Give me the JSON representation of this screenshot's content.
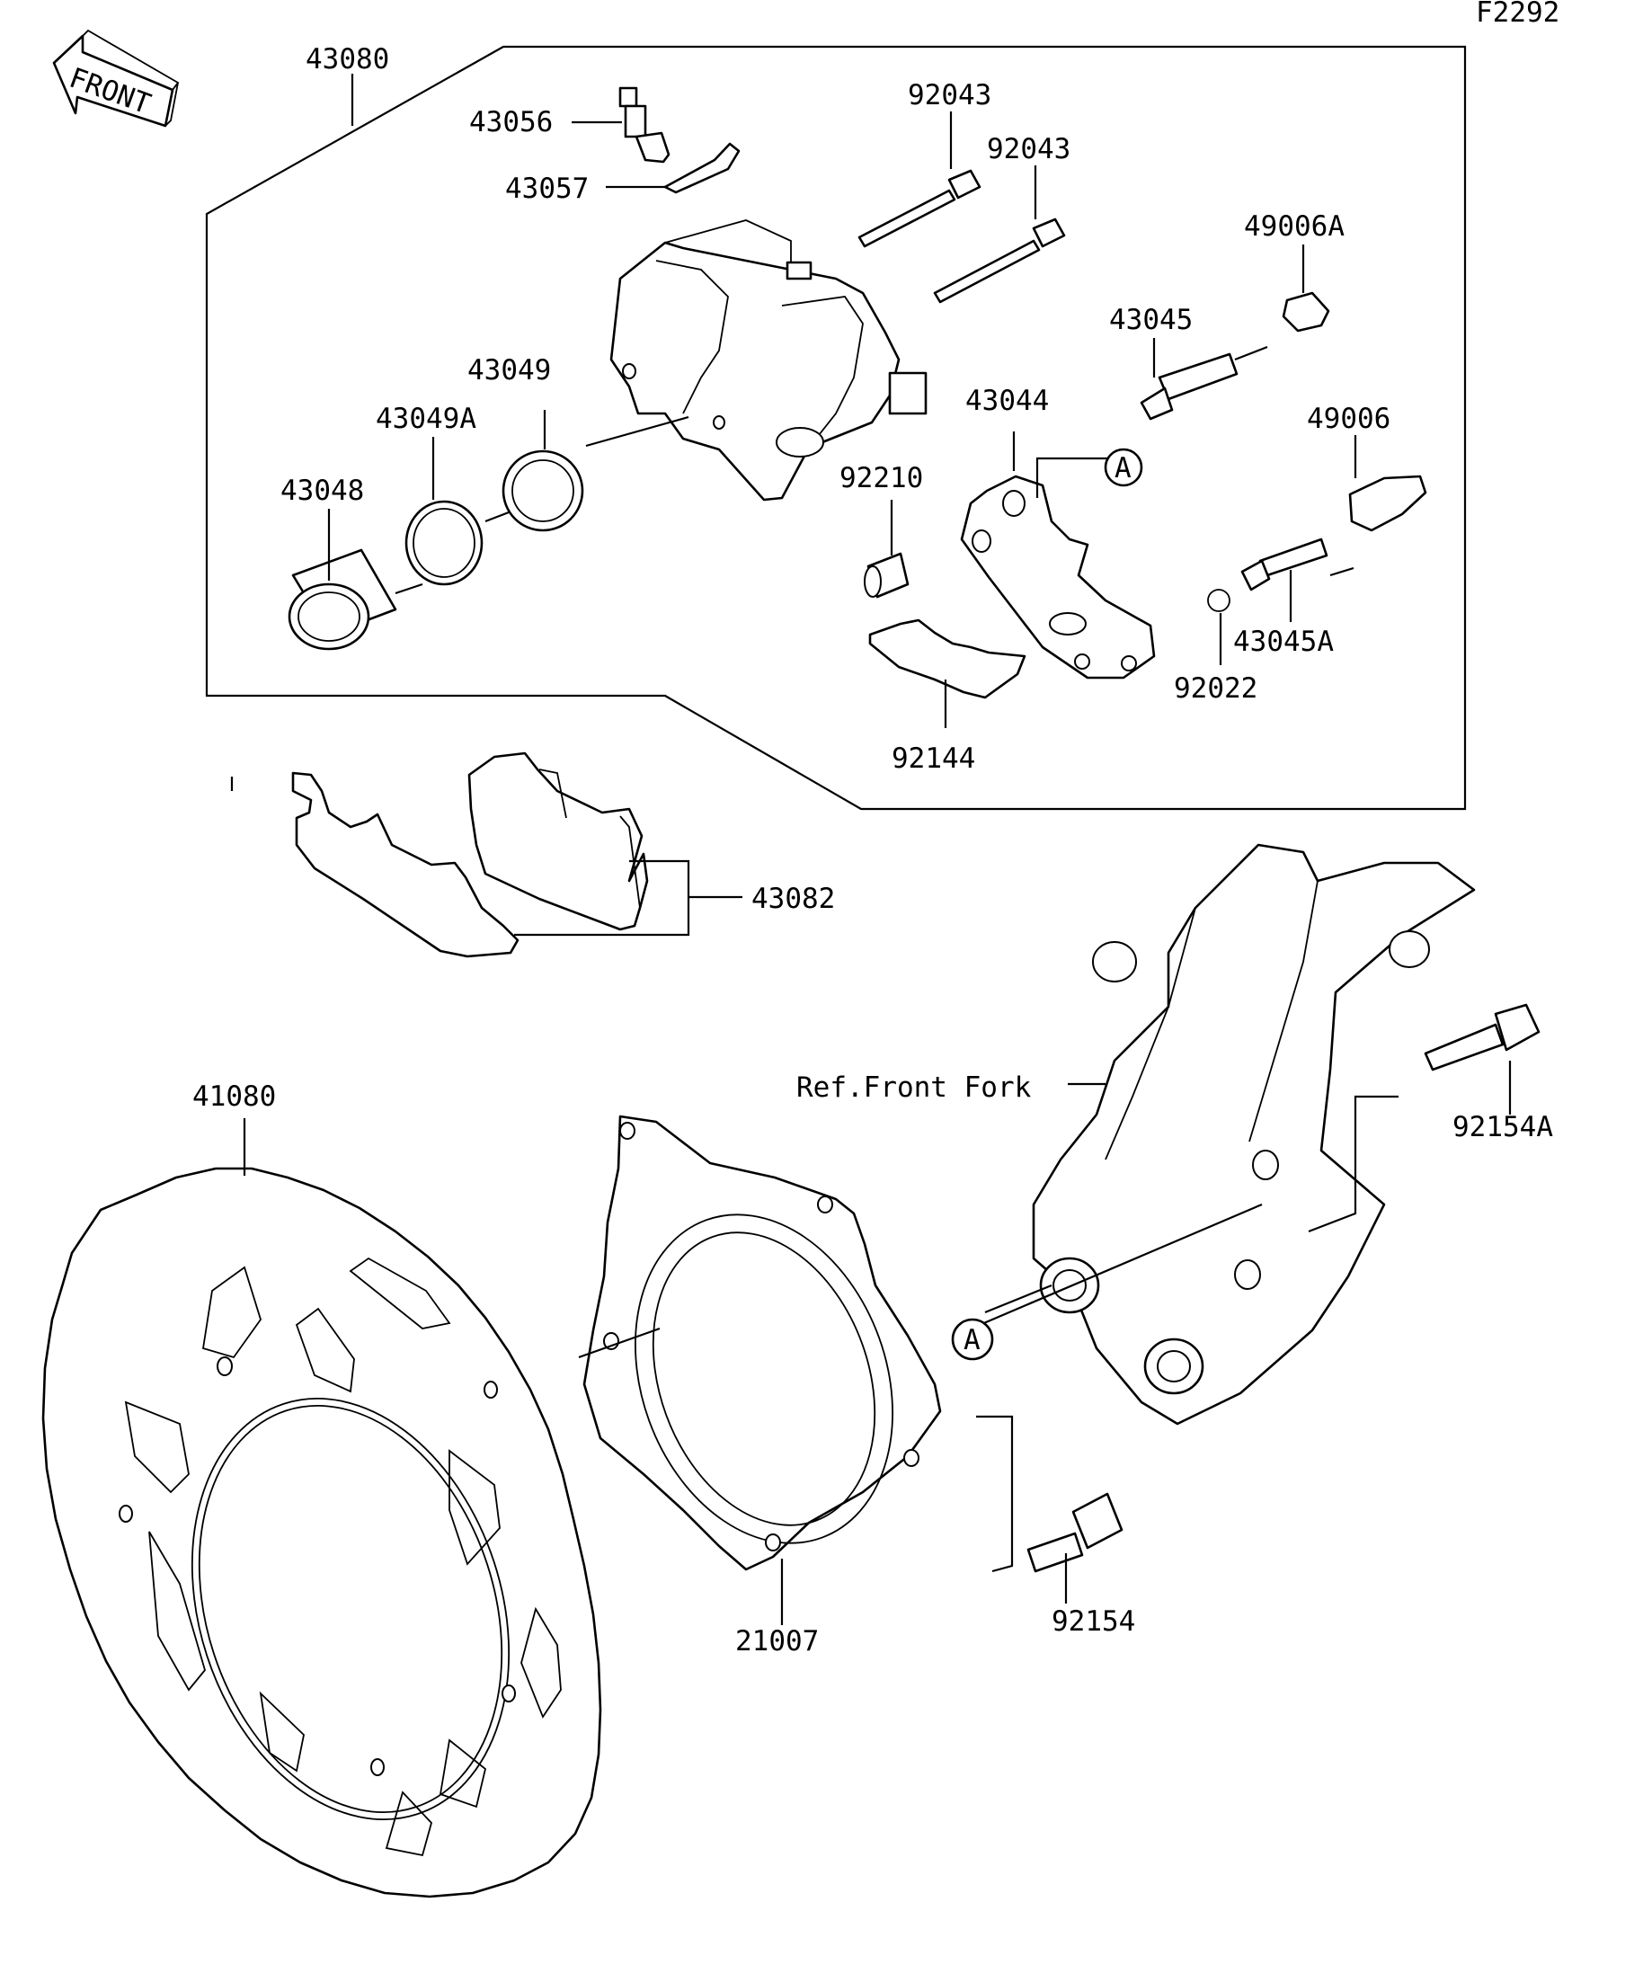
{
  "figure_code": "F2292",
  "front_arrow_label": "FRONT",
  "reference_marker": "A",
  "reference_note": "Ref.Front Fork",
  "callouts": {
    "caliper_assembly": "43080",
    "bleeder_valve": "43056",
    "bleeder_cap": "43057",
    "pin_upper": "92043",
    "pin_lower": "92043",
    "boot_large": "49006A",
    "pin_slide": "43045",
    "bracket": "43044",
    "boot_small": "49006",
    "seal_dust": "43049",
    "seal_piston": "43049A",
    "piston": "43048",
    "sleeve": "92210",
    "pin_slide_b": "43045A",
    "circlip": "92022",
    "pad_spring": "92144",
    "brake_pads": "43082",
    "disc": "41080",
    "abs_rotor": "21007",
    "bolt_disc": "92154",
    "bolt_caliper": "92154A"
  }
}
